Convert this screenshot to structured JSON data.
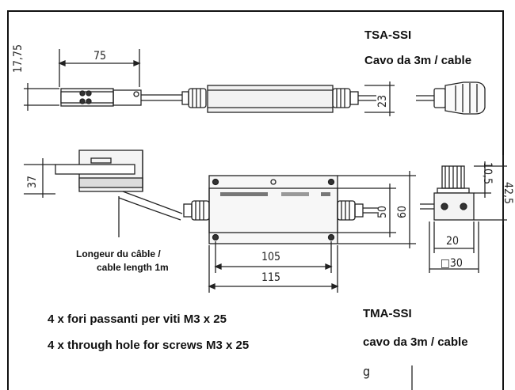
{
  "top_right": {
    "title": "TSA-SSI",
    "cable": "Cavo da  3m / cable"
  },
  "bottom_right": {
    "title": "TMA-SSI",
    "cable": "cavo da 3m / cable",
    "mark": "g"
  },
  "cable_note": {
    "line1": "Longeur du câble /",
    "line2": "cable length 1m"
  },
  "holes_note": {
    "line_it": "4 x fori passanti per viti M3 x 25",
    "line_en": "4 x through hole for screws M3 x 25"
  },
  "dimensions": {
    "top_height": "17,75",
    "top_width": "75",
    "top_body_height": "23",
    "lower_height": "37",
    "box_inner_height": "50",
    "box_outer_height": "60",
    "box_inner_width": "105",
    "box_outer_width": "115",
    "side_a": "10,5",
    "side_b": "42,5",
    "side_width": "20",
    "side_square": "□30"
  }
}
